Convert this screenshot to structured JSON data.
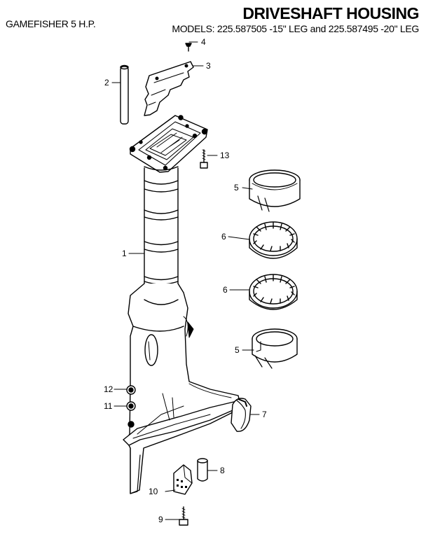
{
  "header": {
    "product": "GAMEFISHER 5 H.P.",
    "title": "DRIVESHAFT HOUSING",
    "models": "MODELS:  225.587505 -15\" LEG and  225.587495 -20\" LEG"
  },
  "parts": [
    {
      "id": "p1",
      "label": "1"
    },
    {
      "id": "p2",
      "label": "2"
    },
    {
      "id": "p3",
      "label": "3"
    },
    {
      "id": "p4",
      "label": "4"
    },
    {
      "id": "p5a",
      "label": "5"
    },
    {
      "id": "p5b",
      "label": "5"
    },
    {
      "id": "p6a",
      "label": "6"
    },
    {
      "id": "p6b",
      "label": "6"
    },
    {
      "id": "p7",
      "label": "7"
    },
    {
      "id": "p8",
      "label": "8"
    },
    {
      "id": "p9",
      "label": "9"
    },
    {
      "id": "p10",
      "label": "10"
    },
    {
      "id": "p11",
      "label": "11"
    },
    {
      "id": "p12",
      "label": "12"
    },
    {
      "id": "p13",
      "label": "13"
    }
  ]
}
